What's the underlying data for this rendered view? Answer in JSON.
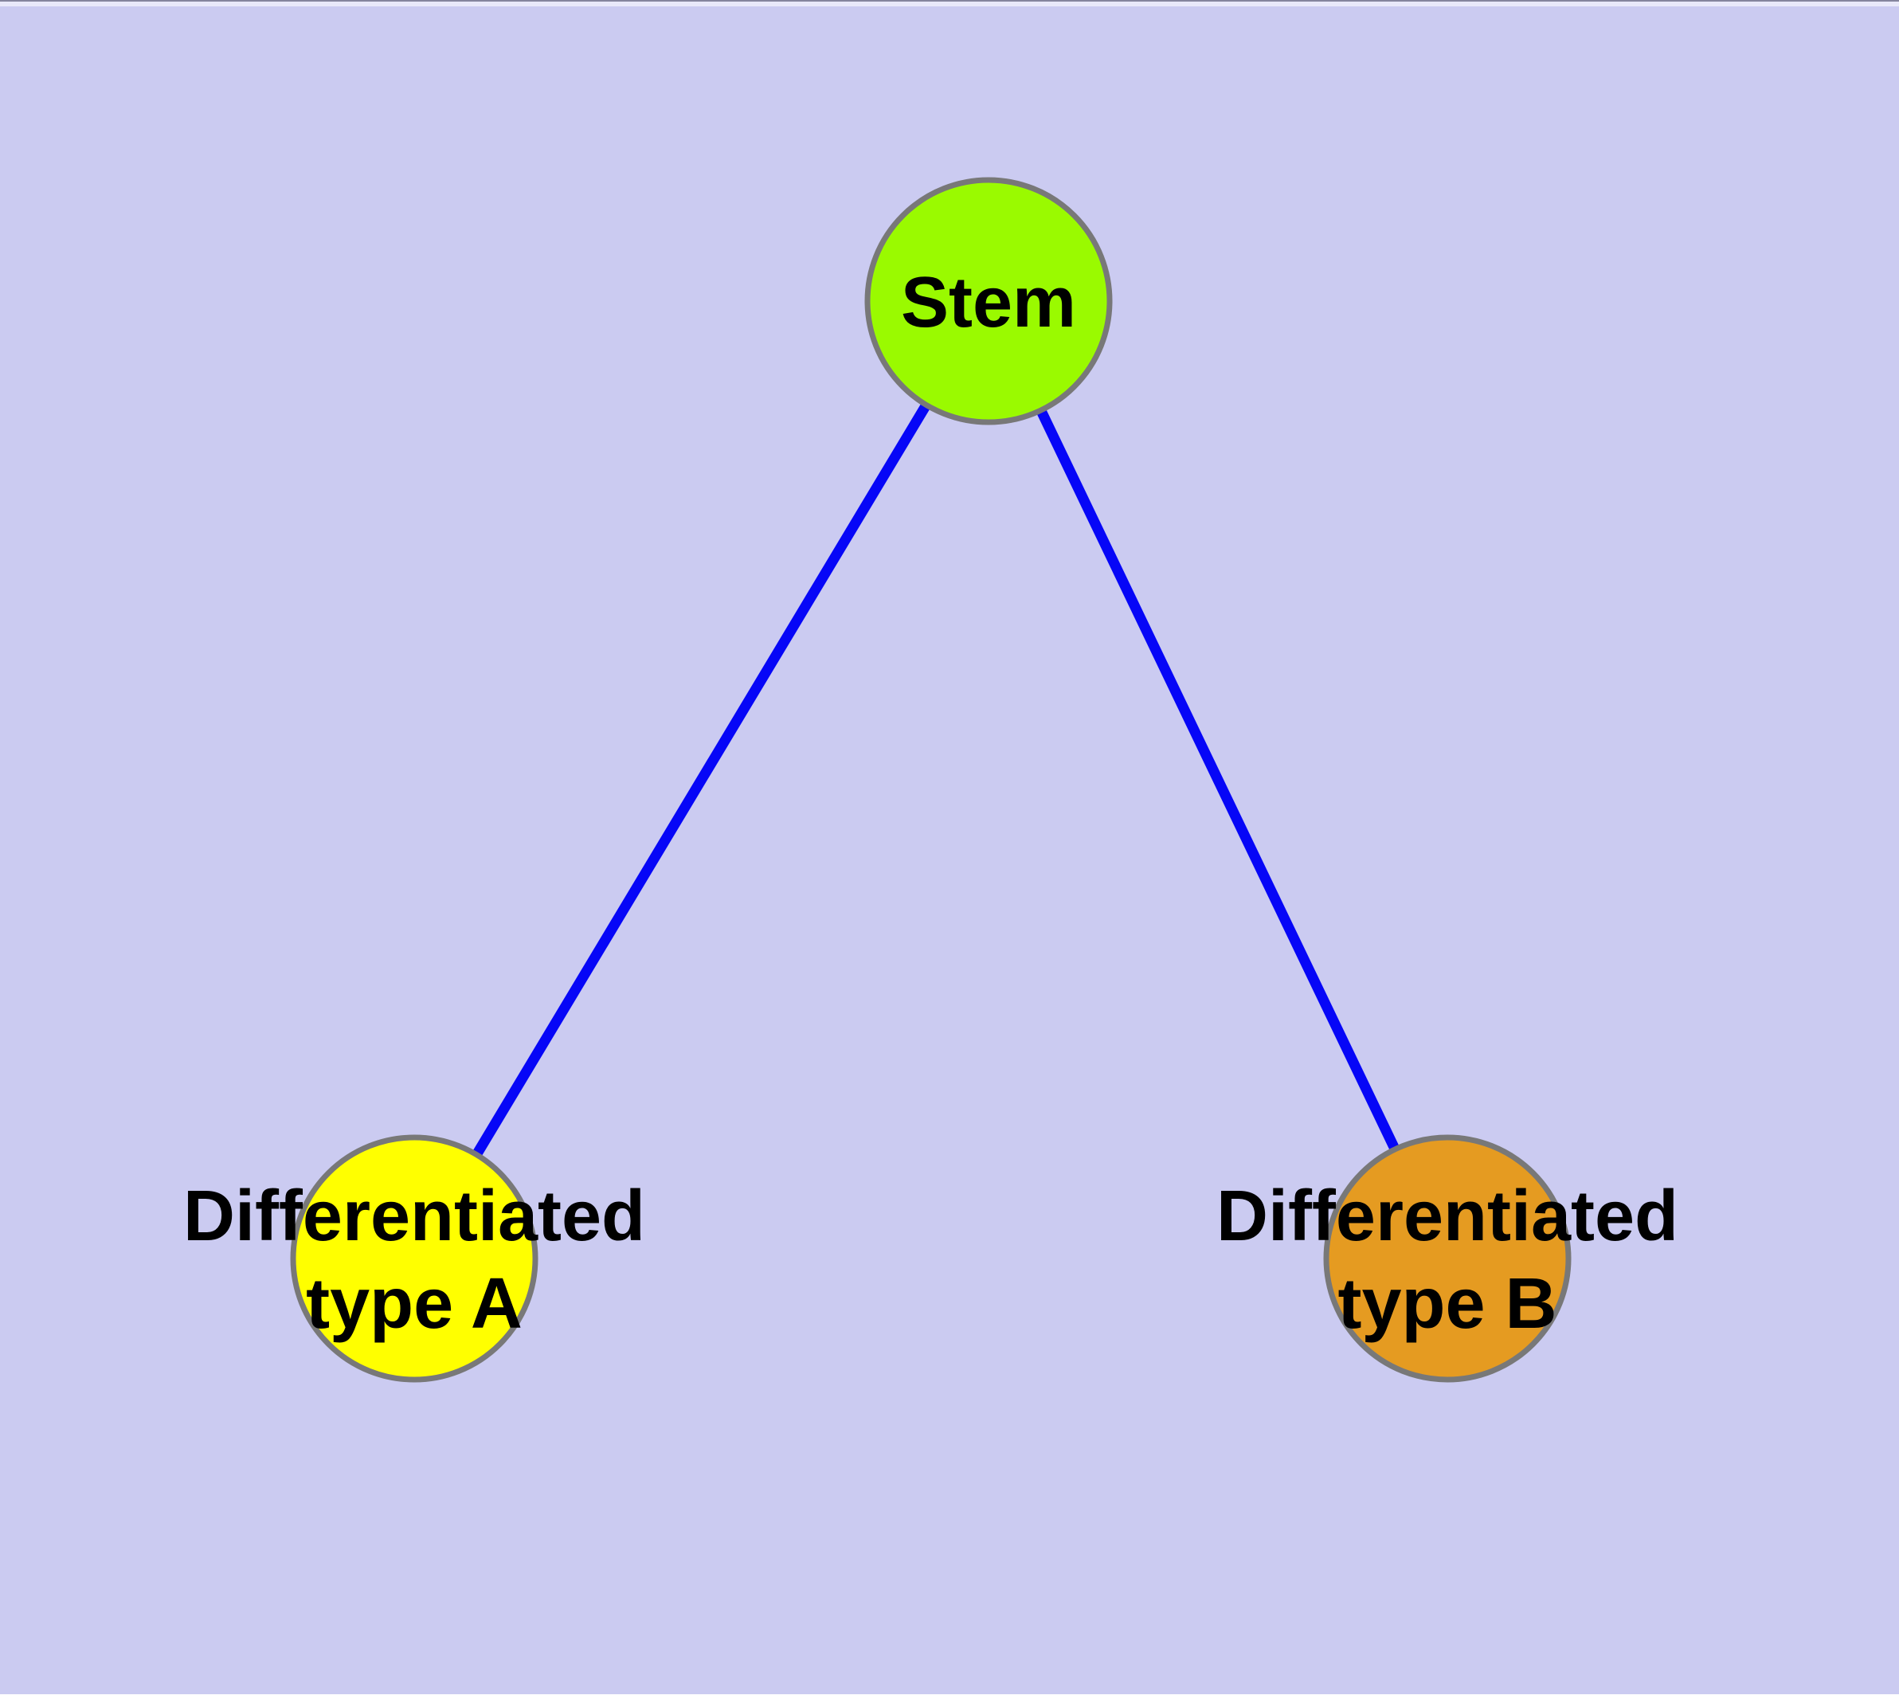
{
  "diagram": {
    "background_color": "#CBCBF1",
    "edge_color": "#0606F7",
    "node_border_color": "#787878",
    "nodes": {
      "stem": {
        "label": "Stem",
        "fill": "#9AFA00"
      },
      "diff_a": {
        "label_line1": "Differentiated",
        "label_line2": "type A",
        "fill": "#FFFF00"
      },
      "diff_b": {
        "label_line1": "Differentiated",
        "label_line2": "type B",
        "fill": "#E59B21"
      }
    },
    "edges": {
      "stem_to_a": {
        "from": "Stem",
        "to": "Differentiated type A"
      },
      "stem_to_b": {
        "from": "Stem",
        "to": "Differentiated type B"
      }
    }
  }
}
